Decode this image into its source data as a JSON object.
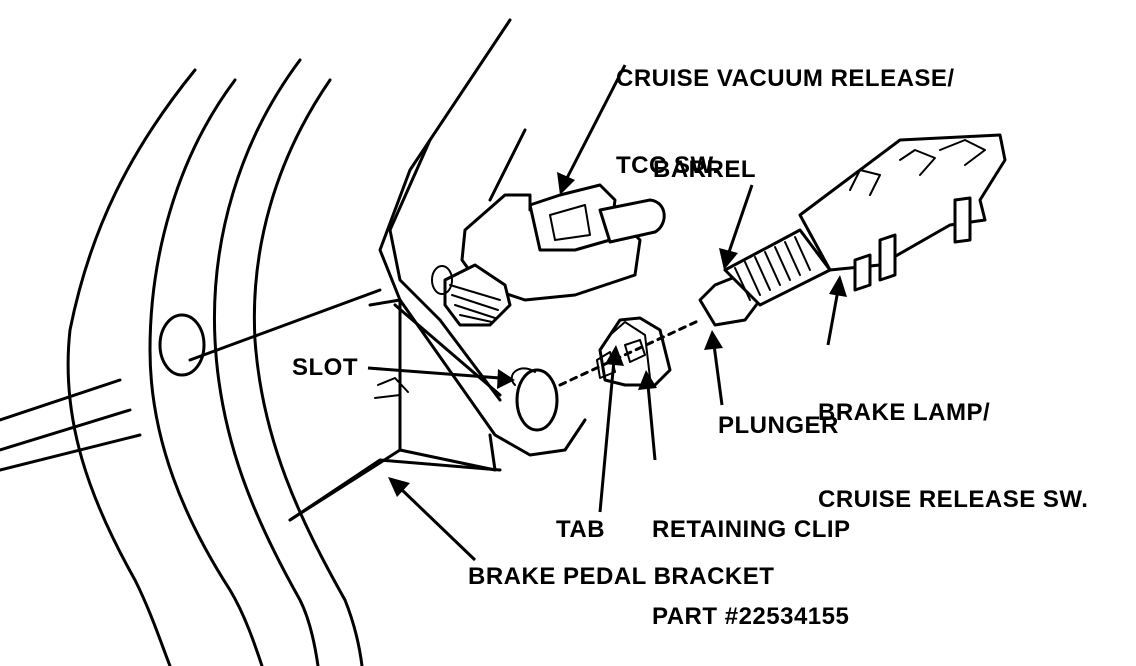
{
  "labels": {
    "cruise_vacuum_line1": "CRUISE VACUUM RELEASE/",
    "cruise_vacuum_line2": "TCC SW.",
    "barrel": "BARREL",
    "brake_lamp_line1": "BRAKE LAMP/",
    "brake_lamp_line2": "CRUISE RELEASE SW.",
    "slot": "SLOT",
    "plunger": "PLUNGER",
    "retaining_clip_line1": "RETAINING CLIP",
    "retaining_clip_line2": "PART #22534155",
    "tab": "TAB",
    "brake_pedal_bracket": "BRAKE PEDAL BRACKET"
  }
}
